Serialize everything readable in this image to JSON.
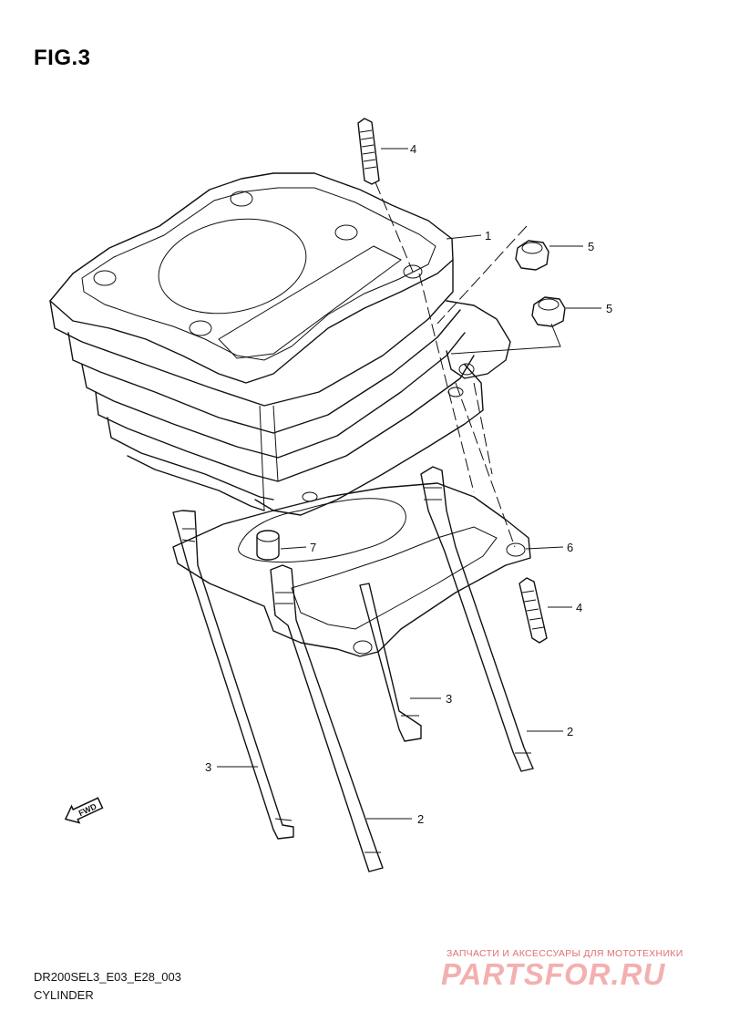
{
  "figure": {
    "title": "FIG.3",
    "code": "DR200SEL3_E03_E28_003",
    "name": "CYLINDER"
  },
  "callouts": [
    {
      "id": "c1",
      "label": "1"
    },
    {
      "id": "c2a",
      "label": "2"
    },
    {
      "id": "c2b",
      "label": "2"
    },
    {
      "id": "c3a",
      "label": "3"
    },
    {
      "id": "c3b",
      "label": "3"
    },
    {
      "id": "c4a",
      "label": "4"
    },
    {
      "id": "c4b",
      "label": "4"
    },
    {
      "id": "c5a",
      "label": "5"
    },
    {
      "id": "c5b",
      "label": "5"
    },
    {
      "id": "c6",
      "label": "6"
    },
    {
      "id": "c7",
      "label": "7"
    }
  ],
  "fwd_arrow": {
    "label": "FWD"
  },
  "watermark": {
    "tagline": "ЗАПЧАСТИ И АКСЕССУАРЫ ДЛЯ МОТОТЕХНИКИ",
    "logo": "PARTSFOR.RU"
  }
}
